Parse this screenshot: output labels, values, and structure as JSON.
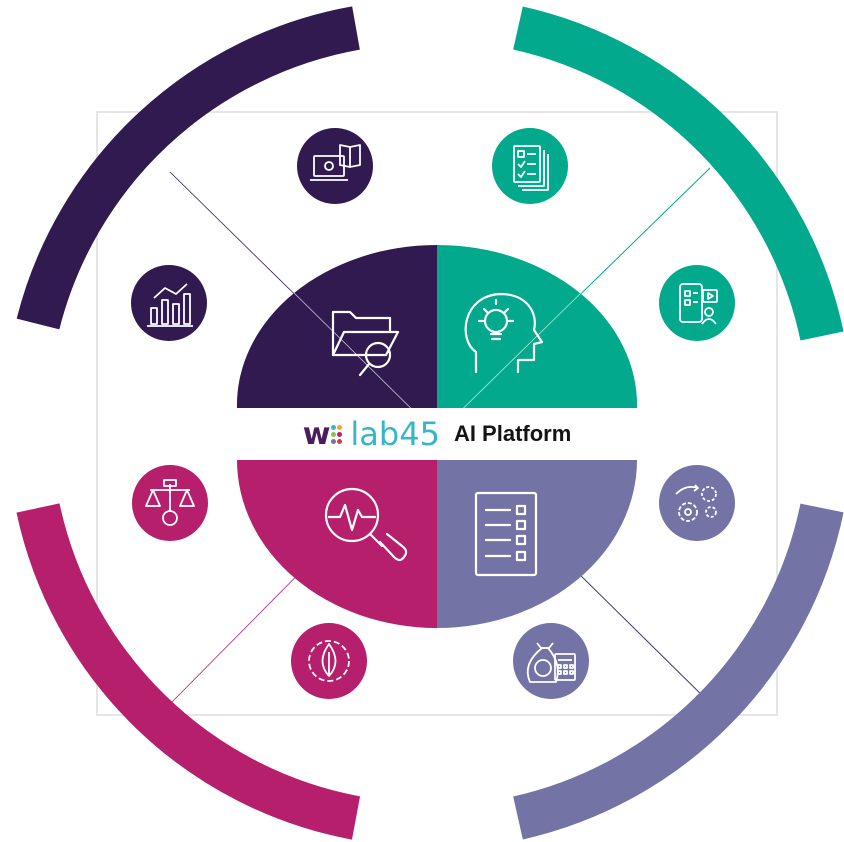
{
  "logo": {
    "brand_mark": "w",
    "brand_name": "lab45",
    "product": "AI Platform"
  },
  "colors": {
    "dark_purple": "#301a50",
    "teal": "#02a98c",
    "magenta": "#b51f6b",
    "lavender": "#7473a6",
    "logo_teal": "#36b6c8"
  },
  "quadrants": [
    {
      "name": "top-left",
      "color": "#301a50",
      "center_icon": "folder-search-icon",
      "icons": [
        "chart-growth-icon",
        "laptop-book-gear-icon"
      ]
    },
    {
      "name": "top-right",
      "color": "#02a98c",
      "center_icon": "head-lightbulb-icon",
      "icons": [
        "checklist-documents-icon",
        "mobile-app-video-icon"
      ]
    },
    {
      "name": "bottom-left",
      "color": "#b51f6b",
      "center_icon": "magnifier-pulse-icon",
      "icons": [
        "balance-scale-gear-icon",
        "leaf-gear-icon"
      ]
    },
    {
      "name": "bottom-right",
      "color": "#7473a6",
      "center_icon": "list-document-icon",
      "icons": [
        "gears-process-icon",
        "money-bag-calculator-icon"
      ]
    }
  ]
}
